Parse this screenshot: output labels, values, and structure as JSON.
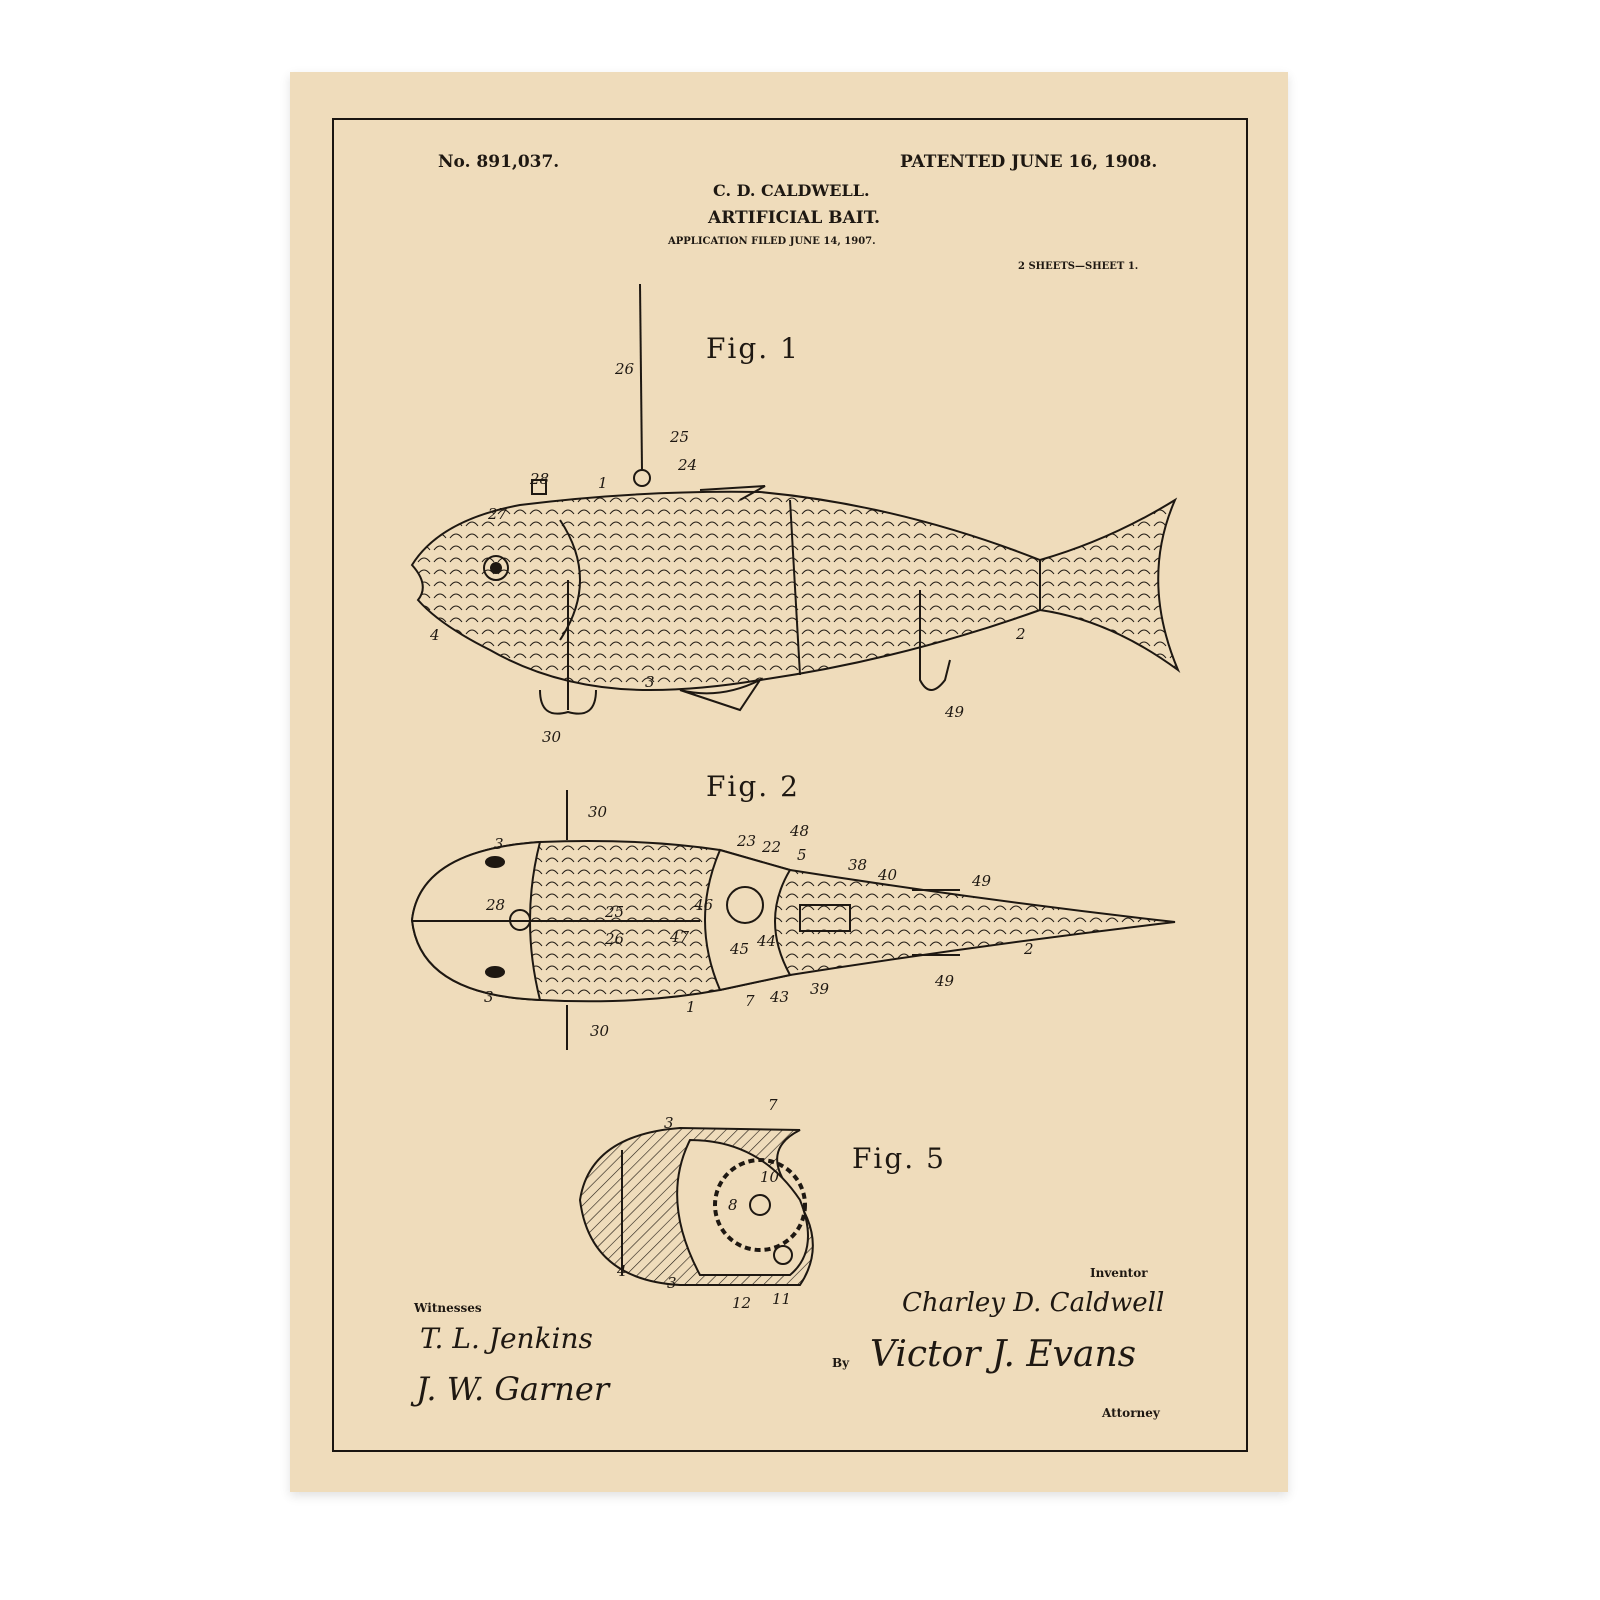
{
  "header": {
    "patent_number": "No. 891,037.",
    "patented_date": "PATENTED JUNE 16, 1908.",
    "inventor_short": "C. D. CALDWELL.",
    "title": "ARTIFICIAL BAIT.",
    "application": "APPLICATION FILED JUNE 14, 1907.",
    "sheets": "2 SHEETS—SHEET 1."
  },
  "figures": {
    "fig1": {
      "label": "Fig. 1",
      "refs": [
        "26",
        "25",
        "24",
        "28",
        "1",
        "27",
        "4",
        "3",
        "30",
        "2",
        "49"
      ]
    },
    "fig2": {
      "label": "Fig. 2",
      "refs": [
        "30",
        "3",
        "23",
        "22",
        "48",
        "5",
        "38",
        "40",
        "49",
        "28",
        "25",
        "26",
        "46",
        "47",
        "45",
        "44",
        "2",
        "49",
        "3",
        "1",
        "7",
        "43",
        "39",
        "30"
      ]
    },
    "fig5": {
      "label": "Fig. 5",
      "refs": [
        "3",
        "7",
        "10",
        "8",
        "4",
        "3",
        "12",
        "11"
      ]
    }
  },
  "signatures": {
    "witnesses_label": "Witnesses",
    "witness1": "T. L. Jenkins",
    "witness2": "J. W. Garner",
    "inventor_label": "Inventor",
    "inventor": "Charley D. Caldwell",
    "by": "By",
    "attorney_name": "Victor J. Evans",
    "attorney_label": "Attorney"
  },
  "colors": {
    "paper": "#efdcbb",
    "ink": "#1e1812"
  }
}
